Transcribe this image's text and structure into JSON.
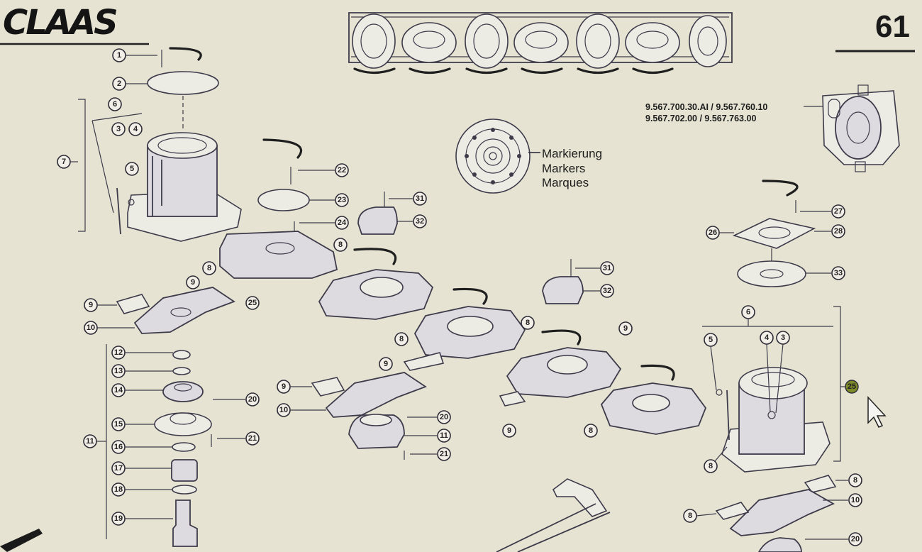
{
  "header": {
    "logo": "CLAAS",
    "page_number": "61"
  },
  "part_numbers": {
    "line1": "9.567.700.30.AI / 9.567.760.10",
    "line2": "9.567.702.00 / 9.567.763.00"
  },
  "markers_legend": {
    "line1": "Markierung",
    "line2": "Markers",
    "line3": "Marques"
  },
  "callouts": [
    {
      "id": "c1",
      "label": "1"
    },
    {
      "id": "c2",
      "label": "2"
    },
    {
      "id": "c6a",
      "label": "6"
    },
    {
      "id": "c3a",
      "label": "3"
    },
    {
      "id": "c4a",
      "label": "4"
    },
    {
      "id": "c5a",
      "label": "5"
    },
    {
      "id": "c7",
      "label": "7"
    },
    {
      "id": "c22",
      "label": "22"
    },
    {
      "id": "c23",
      "label": "23"
    },
    {
      "id": "c24",
      "label": "24"
    },
    {
      "id": "c31a",
      "label": "31"
    },
    {
      "id": "c32a",
      "label": "32"
    },
    {
      "id": "c8a",
      "label": "8"
    },
    {
      "id": "c8b",
      "label": "8"
    },
    {
      "id": "c9a",
      "label": "9"
    },
    {
      "id": "c25a",
      "label": "25"
    },
    {
      "id": "c9b",
      "label": "9"
    },
    {
      "id": "c10a",
      "label": "10"
    },
    {
      "id": "c12",
      "label": "12"
    },
    {
      "id": "c13",
      "label": "13"
    },
    {
      "id": "c14",
      "label": "14"
    },
    {
      "id": "c20a",
      "label": "20"
    },
    {
      "id": "c15",
      "label": "15"
    },
    {
      "id": "c11a",
      "label": "11"
    },
    {
      "id": "c21a",
      "label": "21"
    },
    {
      "id": "c16",
      "label": "16"
    },
    {
      "id": "c17",
      "label": "17"
    },
    {
      "id": "c18",
      "label": "18"
    },
    {
      "id": "c19",
      "label": "19"
    },
    {
      "id": "c31b",
      "label": "31"
    },
    {
      "id": "c32b",
      "label": "32"
    },
    {
      "id": "c8c",
      "label": "8"
    },
    {
      "id": "c8d",
      "label": "8"
    },
    {
      "id": "c9c",
      "label": "9"
    },
    {
      "id": "c9d",
      "label": "9"
    },
    {
      "id": "c9e",
      "label": "9"
    },
    {
      "id": "c10b",
      "label": "10"
    },
    {
      "id": "c20b",
      "label": "20"
    },
    {
      "id": "c11b",
      "label": "11"
    },
    {
      "id": "c21b",
      "label": "21"
    },
    {
      "id": "c9f",
      "label": "9"
    },
    {
      "id": "c8e",
      "label": "8"
    },
    {
      "id": "c27",
      "label": "27"
    },
    {
      "id": "c26",
      "label": "26"
    },
    {
      "id": "c28",
      "label": "28"
    },
    {
      "id": "c33",
      "label": "33"
    },
    {
      "id": "c6b",
      "label": "6"
    },
    {
      "id": "c5b",
      "label": "5"
    },
    {
      "id": "c4b",
      "label": "4"
    },
    {
      "id": "c3b",
      "label": "3"
    },
    {
      "id": "c25b",
      "label": "25"
    },
    {
      "id": "c8f",
      "label": "8"
    },
    {
      "id": "c8g",
      "label": "8"
    },
    {
      "id": "c8h",
      "label": "8"
    },
    {
      "id": "c10c",
      "label": "10"
    },
    {
      "id": "c20c",
      "label": "20"
    }
  ],
  "colors": {
    "paper": "#e6e3d2",
    "ink": "#3d3b4a",
    "highlight_callout": "#7d8a2a"
  }
}
